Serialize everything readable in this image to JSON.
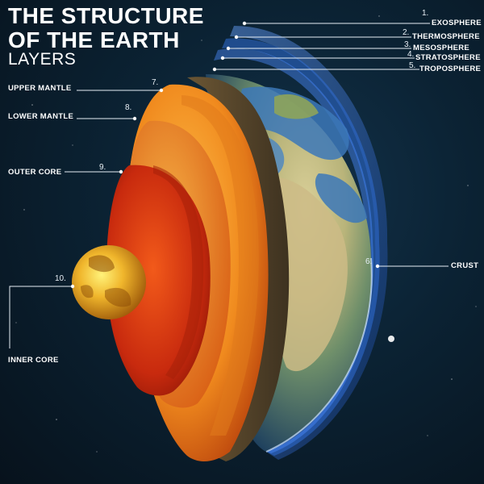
{
  "title": {
    "line1": "THE STRUCTURE",
    "line2": "OF THE EARTH",
    "subtitle": "LAYERS"
  },
  "layers": [
    {
      "number": "1.",
      "name": "EXOSPHERE"
    },
    {
      "number": "2.",
      "name": "THERMOSPHERE"
    },
    {
      "number": "3.",
      "name": "MESOSPHERE"
    },
    {
      "number": "4.",
      "name": "STRATOSPHERE"
    },
    {
      "number": "5.",
      "name": "TROPOSPHERE"
    },
    {
      "number": "6.",
      "name": "CRUST"
    },
    {
      "number": "7.",
      "name": "UPPER MANTLE"
    },
    {
      "number": "8.",
      "name": "LOWER MANTLE"
    },
    {
      "number": "9.",
      "name": "OUTER CORE"
    },
    {
      "number": "10.",
      "name": "INNER CORE"
    }
  ],
  "colors": {
    "atmosphere": "#3d7be0",
    "ocean": "#3c78b8",
    "land": "#8ea45a",
    "desert": "#cdbb86",
    "crust": "#5b4a2e",
    "upper_mantle": "#e0741a",
    "lower_mantle": "#f2a23a",
    "outer_core": "#d43a12",
    "inner_core": "#f5c435"
  }
}
